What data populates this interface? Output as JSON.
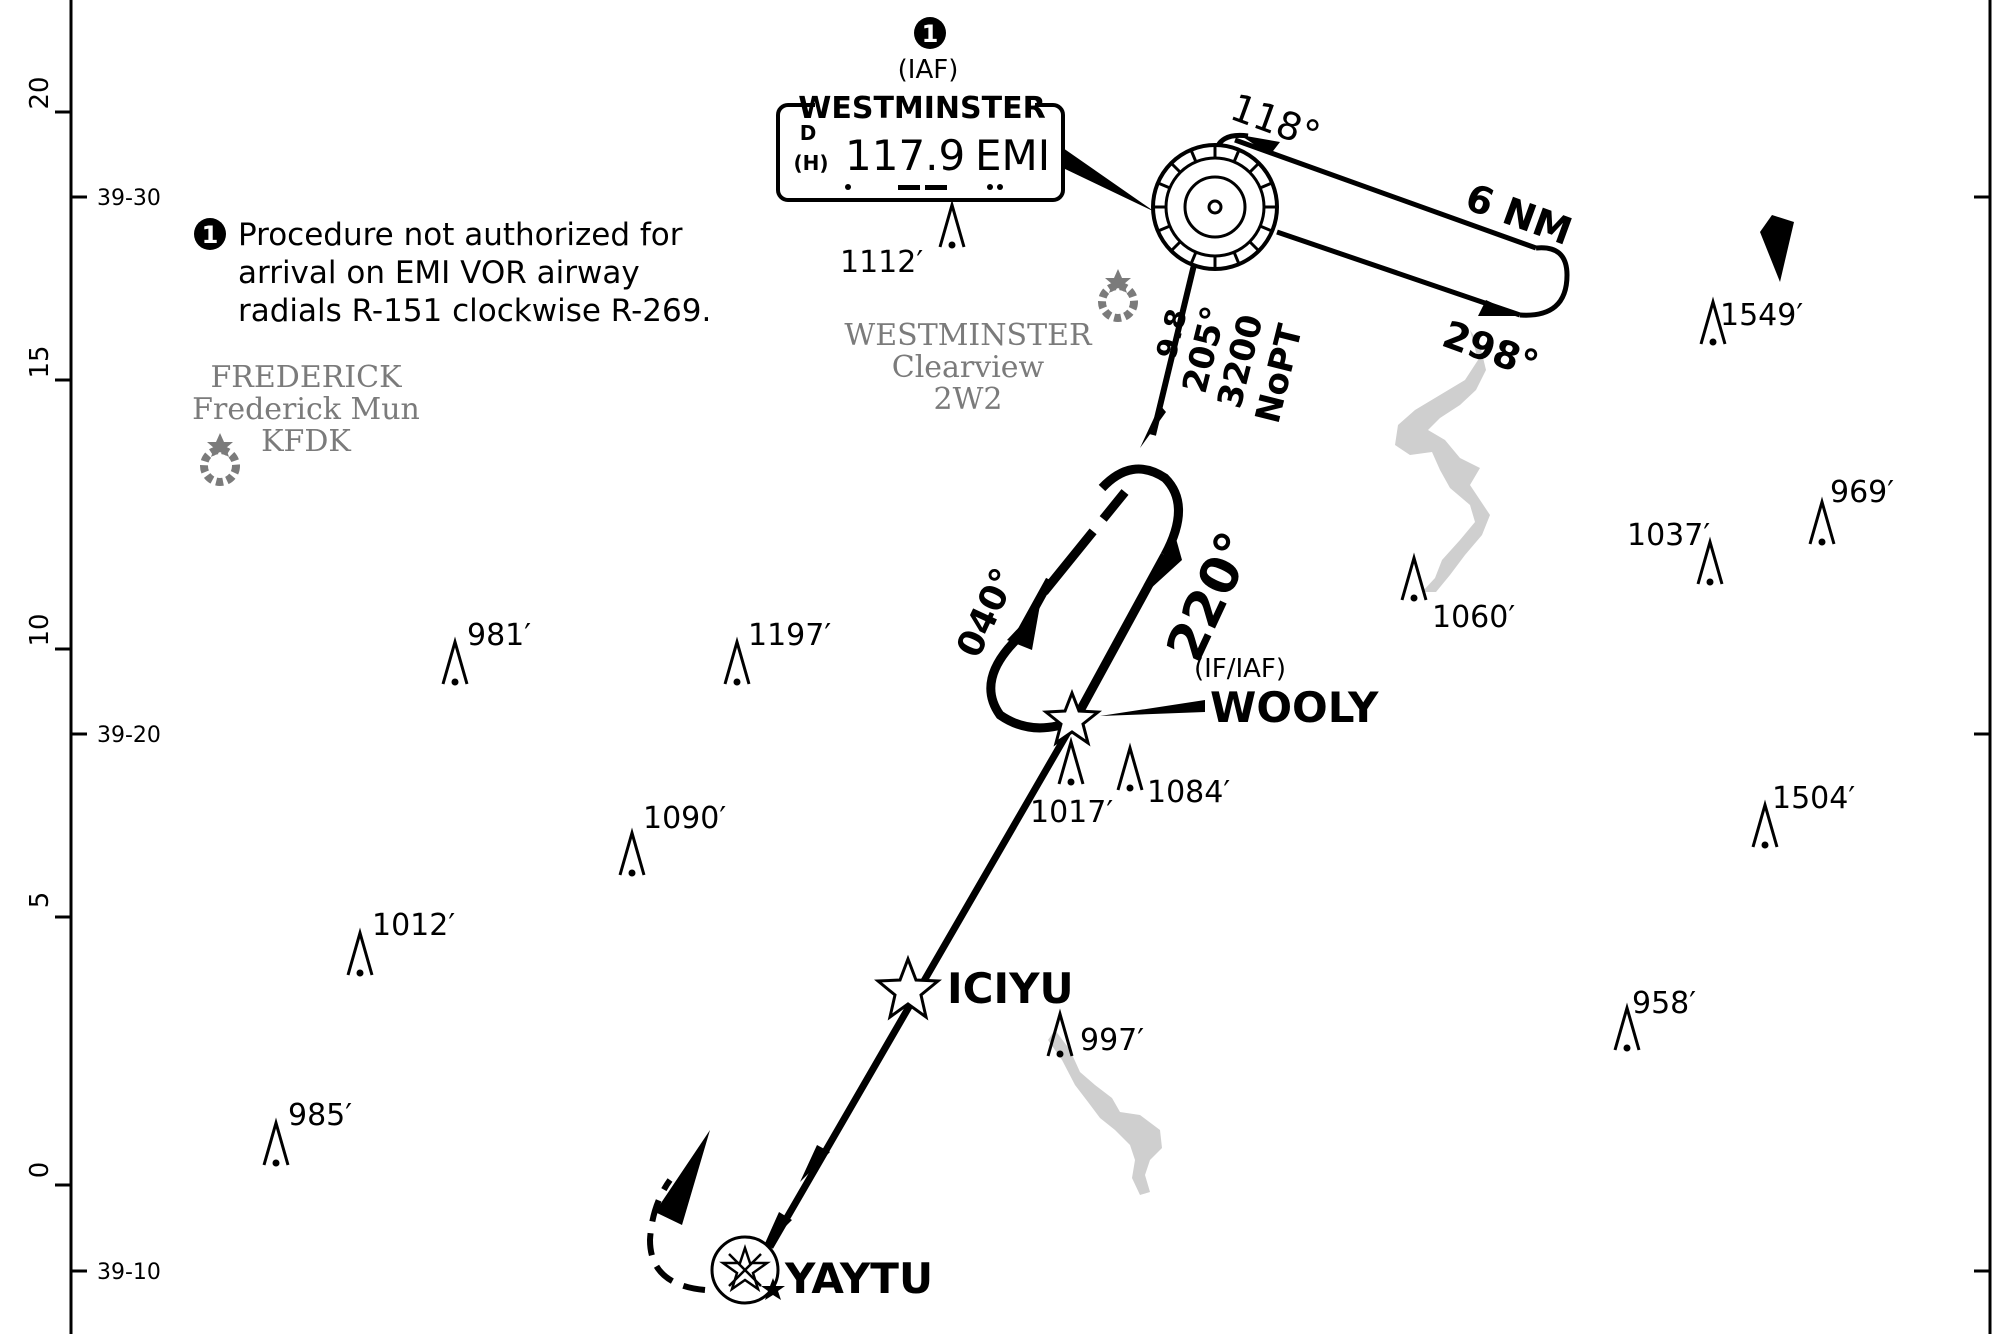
{
  "scale": {
    "nm_labels": [
      "20",
      "15",
      "10",
      "5",
      "0"
    ],
    "lat_labels": [
      "39-30",
      "39-20",
      "39-10"
    ]
  },
  "note": {
    "number": "1",
    "lines": [
      "Procedure not authorized for",
      "arrival on EMI VOR airway",
      "radials R-151 clockwise R-269."
    ]
  },
  "navaid": {
    "note_ref": "1",
    "role": "(IAF)",
    "name": "WESTMINSTER",
    "class_d": "D",
    "class_h": "(H)",
    "freq": "117.9",
    "ident": "EMI"
  },
  "holding_emi": {
    "inbound_course": "118°",
    "outbound_course": "298°",
    "leg_length": "6 NM"
  },
  "feeder_route": {
    "distance": "9.8",
    "course": "205°",
    "altitude": "3200",
    "remark": "NoPT"
  },
  "holding_wooly": {
    "inbound_course": "040°",
    "outbound_course": "220°"
  },
  "fixes": {
    "wooly": {
      "role": "(IF/IAF)",
      "name": "WOOLY"
    },
    "iciyu": {
      "name": "ICIYU"
    },
    "yaytu": {
      "name": "YAYTU"
    }
  },
  "airports": {
    "westminster": {
      "city": "WESTMINSTER",
      "name": "Clearview",
      "id": "2W2"
    },
    "frederick": {
      "city": "FREDERICK",
      "name": "Frederick Mun",
      "id": "KFDK"
    }
  },
  "obstacles": [
    "1112′",
    "1549′",
    "1037′",
    "969′",
    "1060′",
    "981′",
    "1197′",
    "1017′",
    "1084′",
    "1504′",
    "1090′",
    "1012′",
    "997′",
    "958′",
    "985′"
  ],
  "colors": {
    "ink": "#000000",
    "airport_gray": "#7b7b7b",
    "water": "#cfcfcf"
  }
}
